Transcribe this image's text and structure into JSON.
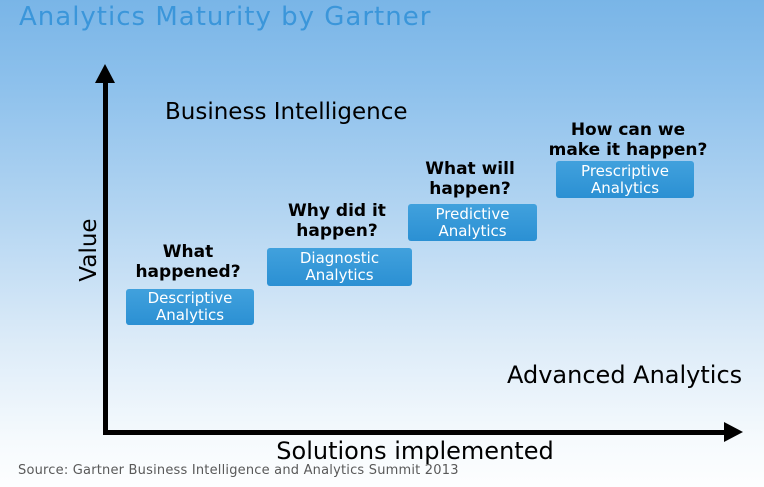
{
  "title": "Analytics Maturity by Gartner",
  "diagram": {
    "y_axis_label": "Value",
    "x_axis_label": "Solutions implemented",
    "top_region_label": "Business Intelligence",
    "bottom_region_label": "Advanced Analytics",
    "steps": [
      {
        "question_line1": "What",
        "question_line2": "happened?",
        "box_line1": "Descriptive",
        "box_line2": "Analytics"
      },
      {
        "question_line1": "Why did it",
        "question_line2": "happen?",
        "box_line1": "Diagnostic",
        "box_line2": "Analytics"
      },
      {
        "question_line1": "What will",
        "question_line2": "happen?",
        "box_line1": "Predictive",
        "box_line2": "Analytics"
      },
      {
        "question_line1": "How can we",
        "question_line2": "make it happen?",
        "box_line1": "Prescriptive",
        "box_line2": "Analytics"
      }
    ]
  },
  "source": "Source: Gartner Business Intelligence and Analytics Summit 2013",
  "colors": {
    "title_blue": "#3b96da",
    "box_blue": "#2f96d6",
    "box_text": "#ffffff",
    "background_top": "#79b5e7",
    "background_bottom": "#fdfeff",
    "axis_black": "#000000",
    "source_gray": "#595959"
  }
}
